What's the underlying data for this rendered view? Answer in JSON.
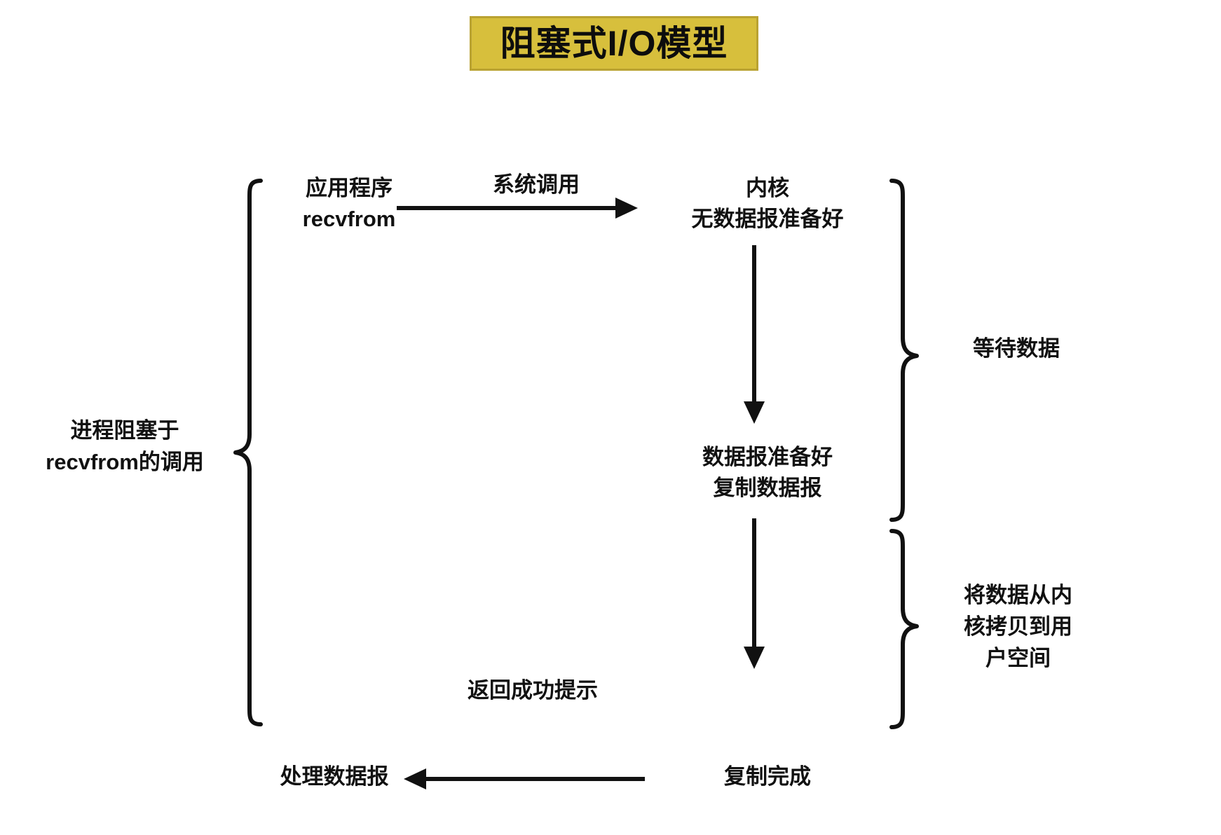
{
  "title": {
    "text": "阻塞式I/O模型",
    "background_color": "#d7bf3c",
    "border_color": "#b9a232",
    "text_color": "#0d0d0d"
  },
  "diagram": {
    "type": "flow-diagram",
    "stroke_color": "#111111",
    "background_color": "#ffffff",
    "nodes": [
      {
        "id": "application",
        "line1": "应用程序",
        "line2": "recvfrom"
      },
      {
        "id": "kernel",
        "line1": "内核",
        "line2": "无数据报准备好"
      },
      {
        "id": "datagram-ready",
        "line1": "数据报准备好",
        "line2": "复制数据报"
      },
      {
        "id": "copy-complete",
        "line1": "复制完成"
      },
      {
        "id": "process-datagram",
        "line1": "处理数据报"
      }
    ],
    "edges": [
      {
        "id": "system-call",
        "label": "系统调用",
        "from": "application",
        "to": "kernel",
        "direction": "right"
      },
      {
        "id": "kernel-to-ready",
        "label": "",
        "from": "kernel",
        "to": "datagram-ready",
        "direction": "down"
      },
      {
        "id": "ready-to-complete",
        "label": "",
        "from": "datagram-ready",
        "to": "copy-complete",
        "direction": "down"
      },
      {
        "id": "return-success",
        "label": "返回成功提示",
        "from": "copy-complete",
        "to": "process-datagram",
        "direction": "left"
      }
    ],
    "braces": [
      {
        "id": "left-brace",
        "side": "left",
        "label_line1": "进程阻塞于",
        "label_line2": "recvfrom的调用"
      },
      {
        "id": "wait-brace",
        "side": "right",
        "label_line1": "等待数据"
      },
      {
        "id": "copy-brace",
        "side": "right",
        "label_line1": "将数据从内",
        "label_line2": "核拷贝到用",
        "label_line3": "户空间"
      }
    ]
  }
}
